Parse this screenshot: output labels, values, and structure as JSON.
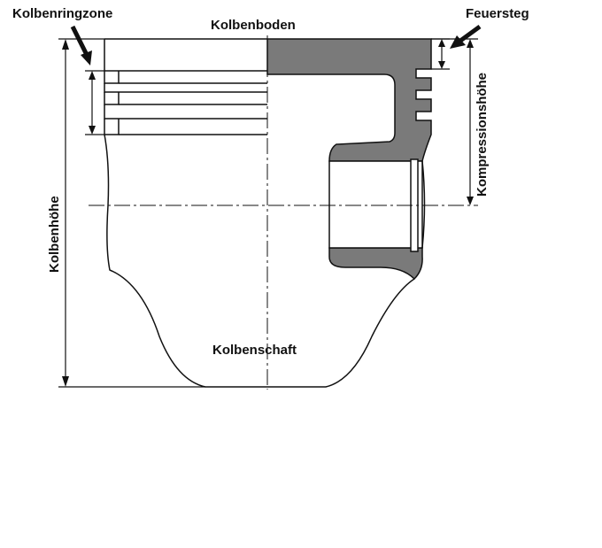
{
  "labels": {
    "ring_zone": "Kolbenringzone",
    "crown": "Kolbenboden",
    "top_land": "Feuersteg",
    "compression_height": "Kompressionshöhe",
    "piston_height": "Kolbenhöhe",
    "skirt": "Kolbenschaft"
  },
  "colors": {
    "line": "#111111",
    "section_fill": "#7a7a7a",
    "background": "#ffffff"
  }
}
